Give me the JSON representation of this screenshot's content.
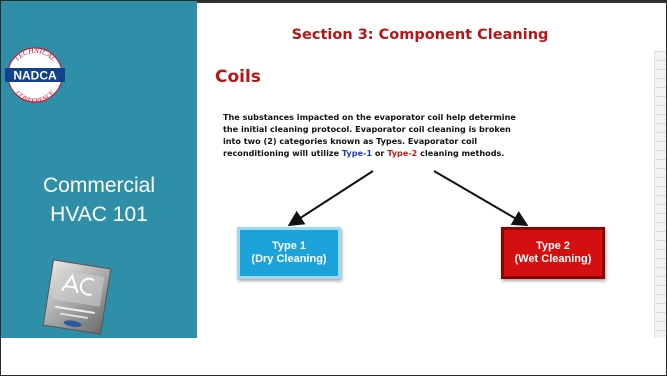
{
  "sidebar": {
    "logo": {
      "icon": "nadca-technical-conference-logo",
      "top_text": "TECHNICAL",
      "center_text": "NADCA",
      "bottom_text": "CONFERENCE"
    },
    "course_title_line1": "Commercial",
    "course_title_line2": "HVAC 101",
    "manual_icon": "acr-manual-cover-image"
  },
  "slide": {
    "section_title": "Section 3: Component Cleaning",
    "heading": "Coils",
    "body": {
      "line1": "The substances impacted on the evaporator coil help determine",
      "line2": "the initial cleaning protocol.  Evaporator coil cleaning is broken",
      "line3": "into two (2) categories known as Types.  Evaporator coil",
      "line4_start": "reconditioning will utilize ",
      "type1_label": "Type-1",
      "line4_or": " or ",
      "type2_label": "Type-2",
      "line4_end": " cleaning methods."
    },
    "type1_box": {
      "line1": "Type 1",
      "line2": "(Dry Cleaning)"
    },
    "type2_box": {
      "line1": "Type 2",
      "line2": "(Wet Cleaning)"
    }
  },
  "colors": {
    "sidebar": "#2f8fa9",
    "accent_red": "#b81414",
    "type1_blue": "#1da3dc",
    "type2_red": "#d40f0f"
  }
}
